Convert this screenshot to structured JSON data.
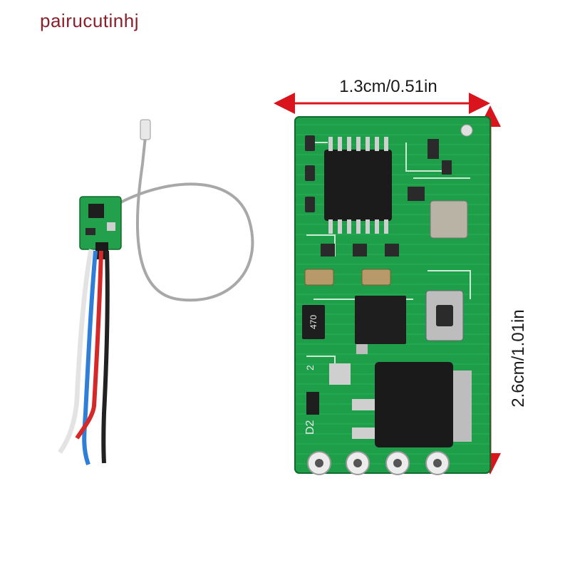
{
  "watermark": "pairucutinhj",
  "dimensions": {
    "width_label": "1.3cm/0.51in",
    "height_label": "2.6cm/1.01in"
  },
  "board": {
    "component_labels": [
      "470",
      "D2",
      "2"
    ]
  },
  "colors": {
    "pcb_green": "#1f9e4a",
    "pcb_dark": "#127a36",
    "arrow_red": "#d9141c",
    "wire_red": "#d62828",
    "wire_blue": "#2f7fd8",
    "wire_black": "#222222",
    "wire_white": "#f2f2f2",
    "antenna_gray": "#a8a8a8"
  }
}
